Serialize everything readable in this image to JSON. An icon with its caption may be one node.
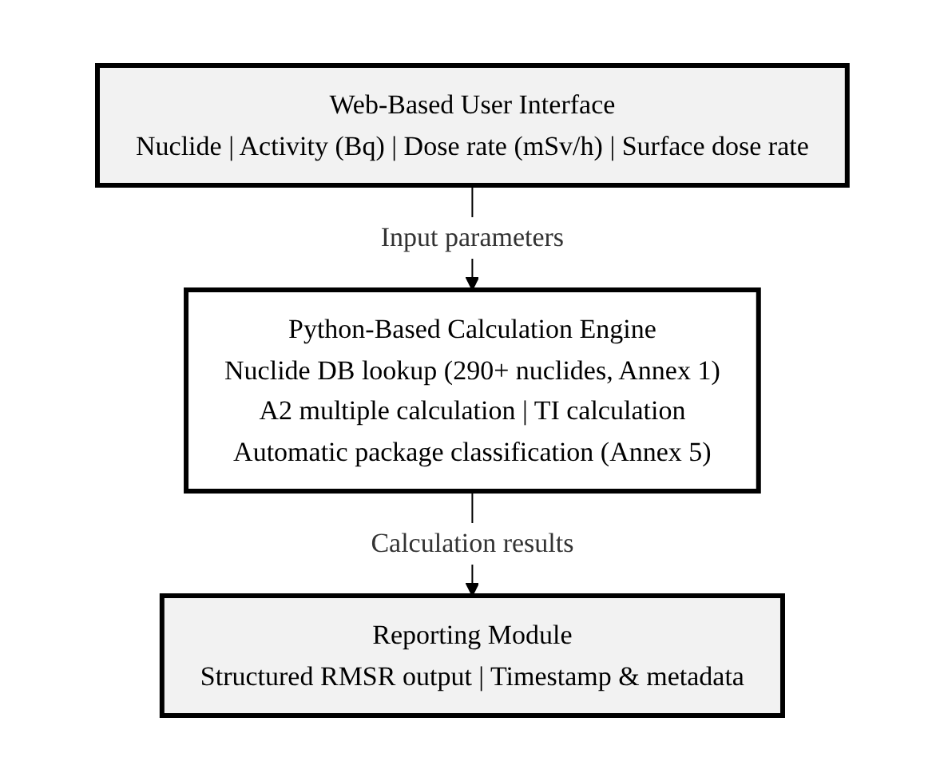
{
  "diagram": {
    "nodes": [
      {
        "text": [
          "Web-Based User Interface",
          "Nuclide | Activity (Bq) | Dose rate (mSv/h) | Surface dose rate"
        ]
      },
      {
        "text": [
          "Python-Based Calculation Engine",
          "Nuclide DB lookup (290+ nuclides, Annex 1)",
          "A2 multiple calculation | TI calculation",
          "Automatic package classification (Annex 5)"
        ]
      },
      {
        "text": [
          "Reporting Module",
          "Structured RMSR output | Timestamp & metadata"
        ]
      }
    ],
    "edges": [
      {
        "from": 0,
        "to": 1,
        "arrow": "to",
        "label": "Input parameters"
      },
      {
        "from": 1,
        "to": 2,
        "arrow": "to",
        "label": "Calculation results"
      }
    ]
  }
}
